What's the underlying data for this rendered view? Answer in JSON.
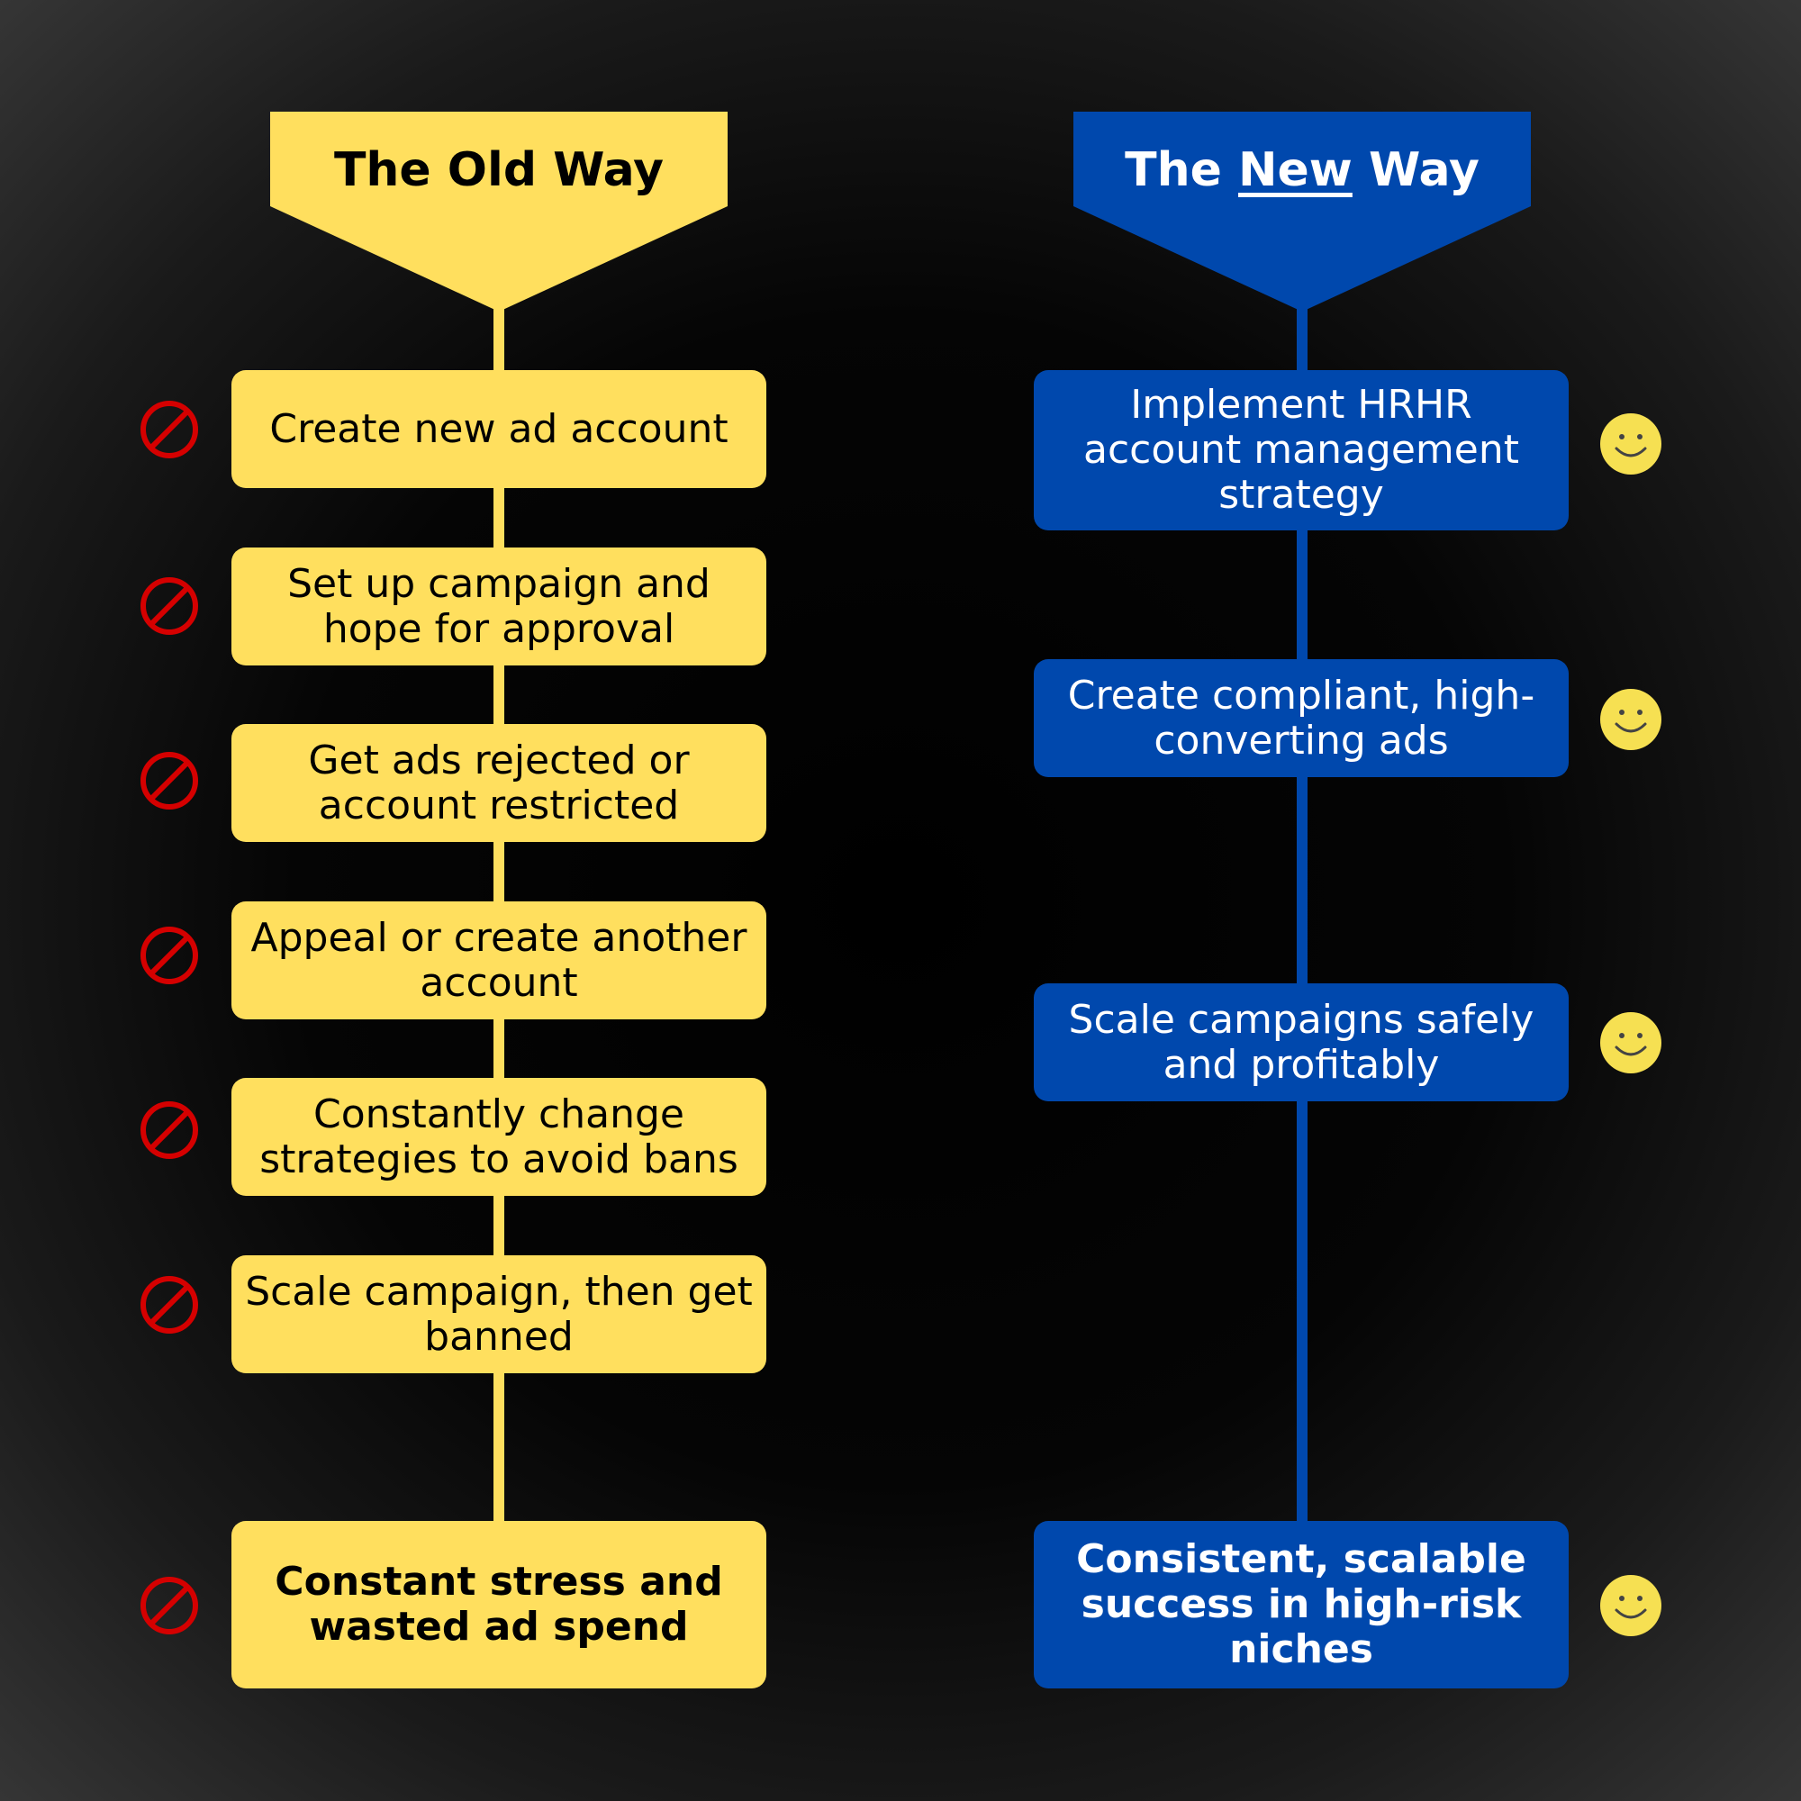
{
  "old_way": {
    "title": "The Old Way",
    "steps": [
      "Create new ad account",
      "Set up campaign and hope for approval",
      "Get ads rejected or account restricted",
      "Appeal or create another account",
      "Constantly change strategies to avoid bans",
      "Scale campaign, then get banned",
      "Constant stress and wasted ad spend"
    ],
    "icon": "prohibited-icon",
    "color": "#FFDF5E",
    "icon_color": "#D50000"
  },
  "new_way": {
    "title_before": "The ",
    "title_emphasis": "New",
    "title_after": " Way",
    "steps": [
      "Implement HRHR account management strategy",
      "Create compliant, high-converting ads",
      "Scale campaigns safely and profitably",
      "Consistent, scalable success in high-risk niches"
    ],
    "icon": "smiley-face-icon",
    "color": "#0048AD",
    "icon_color": "#F6E052"
  }
}
